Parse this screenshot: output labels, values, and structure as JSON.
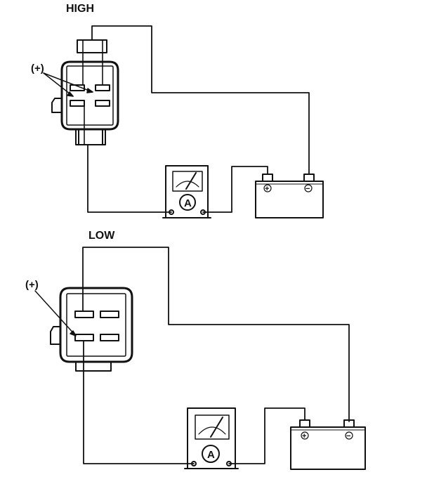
{
  "diagrams": [
    {
      "id": "high",
      "heading": "HIGH",
      "positive_marker": "(+)",
      "meter_symbol": "A",
      "battery_positive": "+",
      "battery_negative": "−"
    },
    {
      "id": "low",
      "heading": "LOW",
      "positive_marker": "(+)",
      "meter_symbol": "A",
      "battery_positive": "+",
      "battery_negative": "−"
    }
  ],
  "colors": {
    "ink": "#111111",
    "background": "#ffffff"
  }
}
